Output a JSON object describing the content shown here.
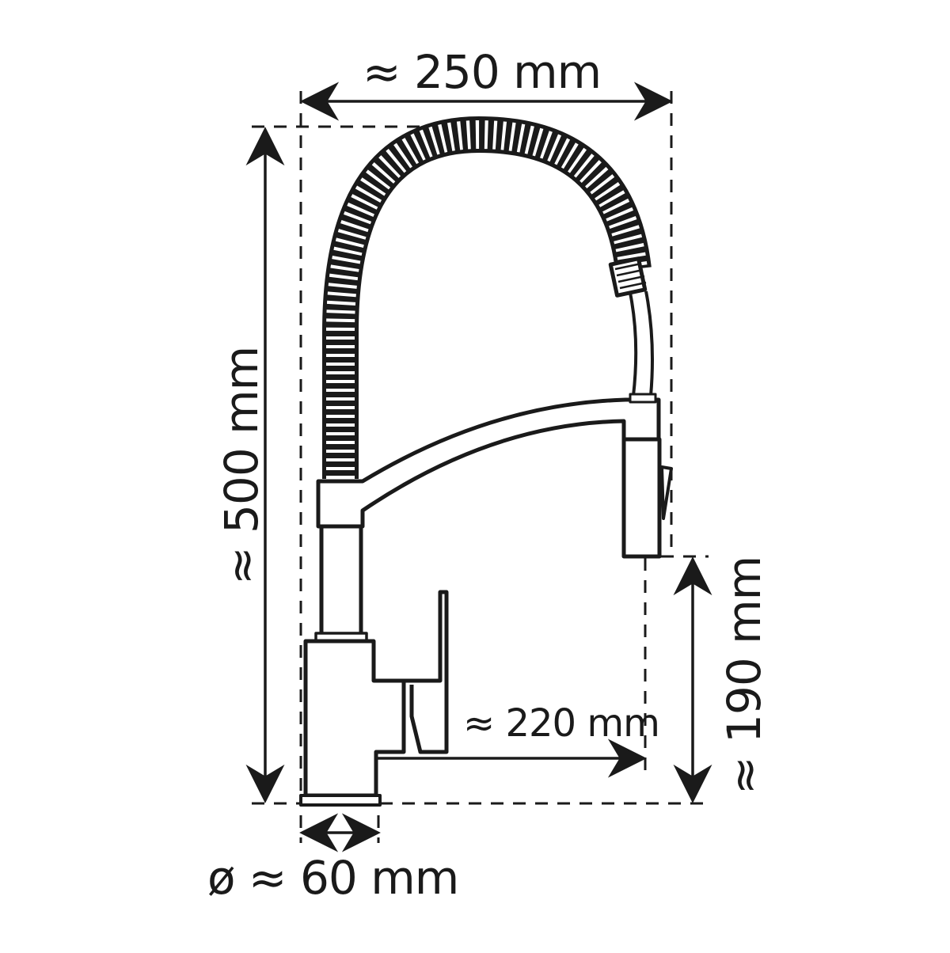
{
  "drawing": {
    "subject": "Kitchen faucet with spiral spring pull-down spout",
    "stroke_color": "#1a1a1a",
    "background": "#ffffff",
    "dimensions": {
      "width": {
        "label": "≈ 250 mm",
        "value_mm": 250,
        "orientation": "horizontal"
      },
      "height": {
        "label": "≈ 500 mm",
        "value_mm": 500,
        "orientation": "vertical"
      },
      "clearance": {
        "label": "≈ 190 mm",
        "value_mm": 190,
        "orientation": "vertical"
      },
      "reach": {
        "label": "≈ 220 mm",
        "value_mm": 220,
        "orientation": "horizontal"
      },
      "base_diameter": {
        "label": "ø ≈ 60 mm",
        "value_mm": 60,
        "orientation": "horizontal"
      }
    },
    "parts": [
      "spring-coil-hose",
      "swivel-spout-arm",
      "spray-head",
      "spray-trigger",
      "faucet-body",
      "lever-handle",
      "base-plate",
      "riser-column"
    ]
  }
}
